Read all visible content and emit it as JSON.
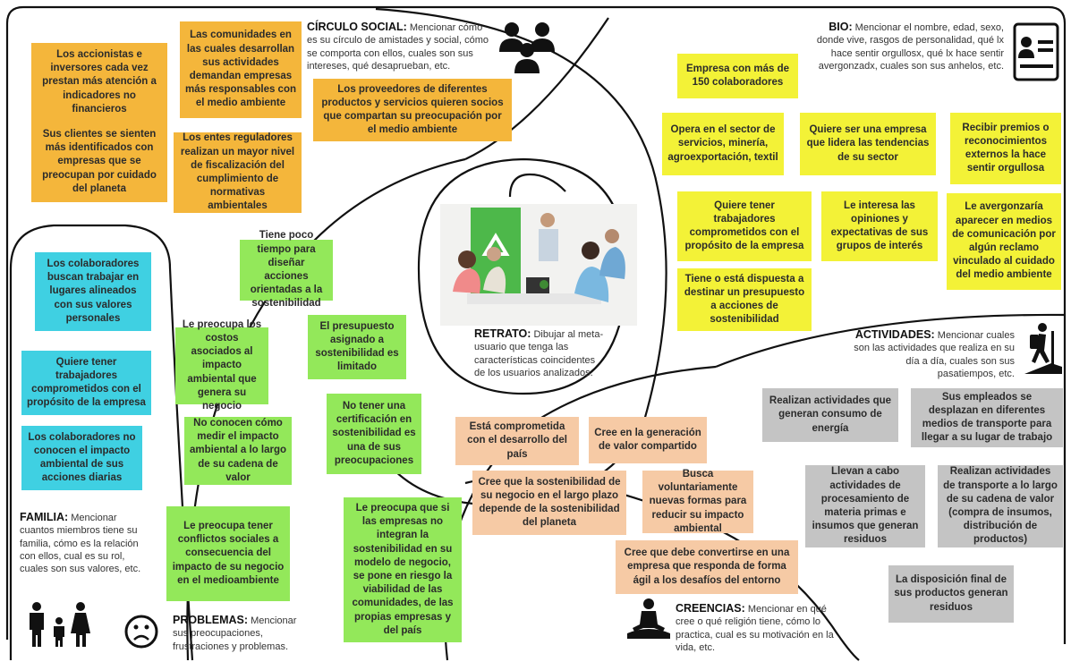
{
  "sections": {
    "circulo_social": {
      "title": "CÍRCULO SOCIAL:",
      "text": "Mencionar cómo es su círculo de amistades y social, cómo se comporta con ellos, cuales son sus intereses, qué desaprueban, etc."
    },
    "bio": {
      "title": "BIO:",
      "text": "Mencionar el nombre, edad, sexo, donde vive, rasgos de personalidad, qué lx hace sentir orgullosx, qué lx hace sentir avergonzadx, cuales son sus anhelos, etc."
    },
    "retrato": {
      "title": "RETRATO:",
      "text": "Dibujar al meta-usuario que tenga las características coincidentes de los usuarios analizados."
    },
    "actividades": {
      "title": "ACTIVIDADES:",
      "text": "Mencionar cuales son las actividades que realiza en su día a día, cuales son sus pasatiempos, etc."
    },
    "familia": {
      "title": "FAMILIA:",
      "text": "Mencionar cuantos miembros tiene su familia, cómo es la relación con ellos, cual es su rol, cuales son sus valores, etc."
    },
    "problemas": {
      "title": "PROBLEMAS:",
      "text": "Mencionar sus preocupaciones, frustraciones y problemas."
    },
    "creencias": {
      "title": "CREENCIAS:",
      "text": "Mencionar en qué cree o qué religión tiene, cómo lo practica, cual es su motivación en la vida, etc."
    }
  },
  "notes": {
    "social": [
      "Los accionistas e inversores cada vez prestan más atención a indicadores no financieros",
      "Las comunidades en las cuales desarrollan sus actividades demandan empresas más responsables con el medio ambiente",
      "Sus clientes se sienten más identificados con empresas que se preocupan por cuidado del planeta",
      "Los entes reguladores realizan un mayor nivel de fiscalización del cumplimiento de normativas ambientales",
      "Los proveedores de diferentes productos y servicios quieren socios que compartan su preocupación por el medio ambiente"
    ],
    "bio": [
      "Empresa con más de 150 colaboradores",
      "Opera en el sector de servicios, minería, agroexportación, textil",
      "Quiere ser una empresa que lidera las tendencias de su sector",
      "Recibir premios o reconocimientos externos la hace sentir orgullosa",
      "Quiere tener trabajadores comprometidos con el propósito de la empresa",
      "Le interesa las opiniones y expectativas de sus grupos de interés",
      "Le avergonzaría aparecer en medios de comunicación por algún reclamo vinculado al cuidado del medio ambiente",
      "Tiene o está dispuesta a destinar un presupuesto a acciones de sostenibilidad"
    ],
    "familia": [
      "Los colaboradores buscan trabajar en lugares alineados con sus valores personales",
      "Quiere tener trabajadores comprometidos con el propósito de la empresa",
      "Los colaboradores no conocen el impacto ambiental de sus acciones diarias"
    ],
    "problemas": [
      "Tiene poco tiempo para diseñar acciones orientadas a la sostenibilidad",
      "Le preocupa los costos asociados al impacto ambiental que genera su negocio",
      "El presupuesto asignado a sostenibilidad es limitado",
      "No conocen cómo medir el impacto ambiental a lo largo de su cadena de valor",
      "No tener una certificación en sostenibilidad es una de sus preocupaciones",
      "Le preocupa tener conflictos sociales a consecuencia del impacto de su negocio en el medioambiente",
      "Le preocupa que si las empresas no integran la sostenibilidad en su modelo de negocio, se pone en riesgo la viabilidad de las comunidades, de las propias empresas y del país"
    ],
    "creencias": [
      "Está comprometida con el desarrollo del país",
      "Cree en la generación de valor compartido",
      "Cree que la sostenibilidad de su negocio en el largo plazo depende de la sostenibilidad del planeta",
      "Busca voluntariamente nuevas formas para reducir su impacto ambiental",
      "Cree que debe convertirse en una empresa que responda de forma ágil a los desafíos del entorno"
    ],
    "actividades": [
      "Realizan actividades que generan consumo de energía",
      "Sus empleados se desplazan en diferentes medios de transporte para llegar a su lugar de trabajo",
      "Llevan a cabo actividades de procesamiento de materia primas e insumos que generan residuos",
      "Realizan actividades de transporte a lo largo de su cadena de valor (compra de insumos, distribución de productos)",
      "La disposición final de sus productos generan residuos"
    ]
  },
  "colors": {
    "orange": "#f4b63b",
    "yellow": "#f3f237",
    "green": "#93e85a",
    "cyan": "#3fd0e2",
    "peach": "#f6caa5",
    "gray": "#c4c4c4",
    "line": "#111111"
  },
  "icons": [
    "group-icon",
    "id-card-icon",
    "hiker-icon",
    "family-icon",
    "sad-face-icon",
    "meditation-icon",
    "recycle-icon"
  ]
}
